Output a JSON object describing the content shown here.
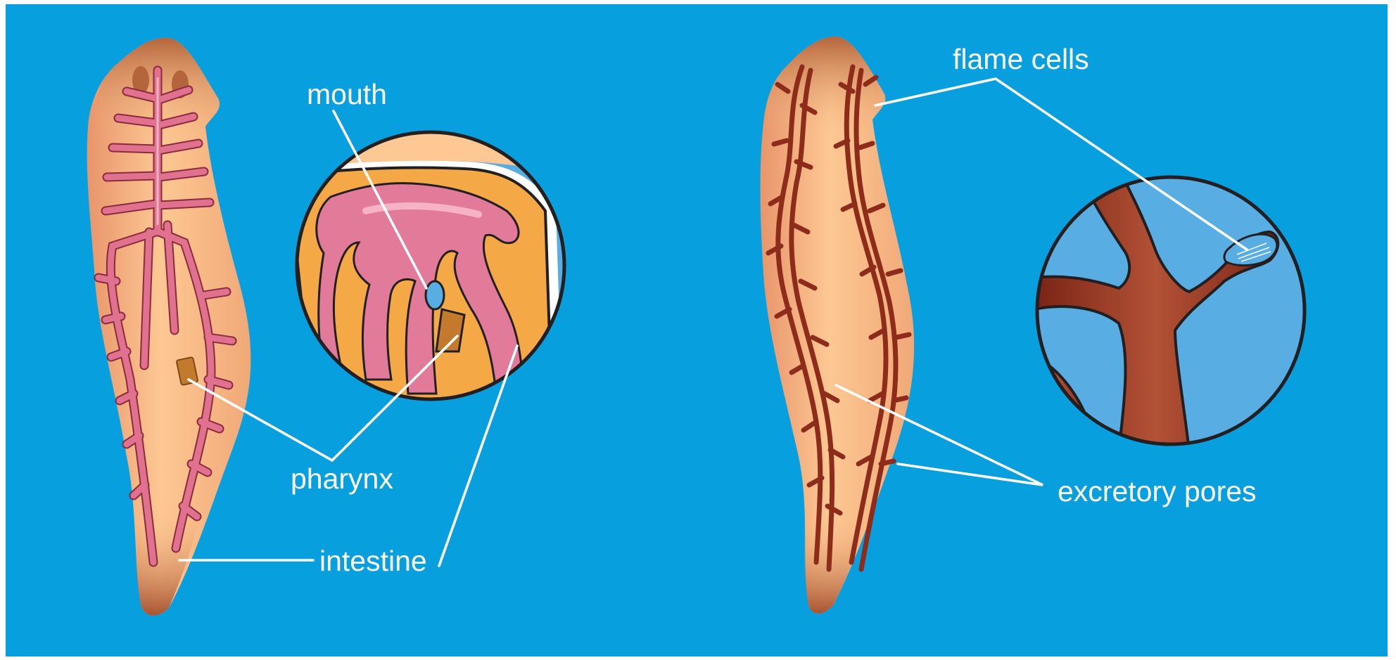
{
  "colors": {
    "background": "#079fdd",
    "body_light": "#fdc893",
    "body_dark": "#b4653b",
    "intestine": "#e0718f",
    "intestine_light": "#f3a3bb",
    "intestine_outline": "#8a2c3c",
    "pharynx": "#c47a2d",
    "inset_bg": "#58aee3",
    "inset_tissue": "#f4a946",
    "excretory": "#8e2c1c",
    "outline": "#231f20",
    "label": "#ffffff"
  },
  "labels": {
    "mouth": "mouth",
    "pharynx": "pharynx",
    "intestine": "intestine",
    "flame_cells": "flame cells",
    "excretory_pores": "excretory pores"
  }
}
